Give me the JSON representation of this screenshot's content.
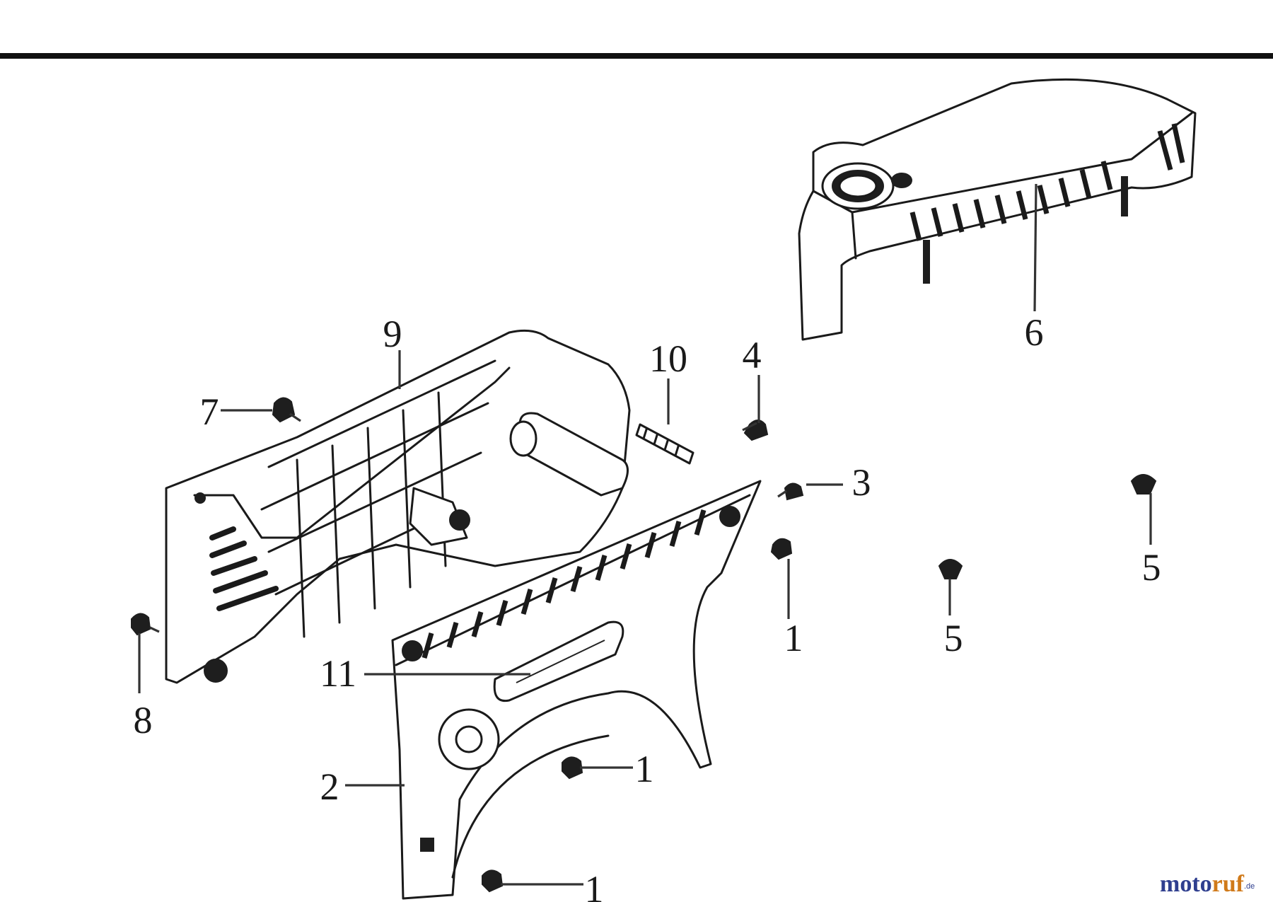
{
  "callouts": [
    {
      "id": "callout-9",
      "label": "9"
    },
    {
      "id": "callout-10",
      "label": "10"
    },
    {
      "id": "callout-4",
      "label": "4"
    },
    {
      "id": "callout-6",
      "label": "6"
    },
    {
      "id": "callout-7",
      "label": "7"
    },
    {
      "id": "callout-3",
      "label": "3"
    },
    {
      "id": "callout-5-right",
      "label": "5"
    },
    {
      "id": "callout-1-upper",
      "label": "1"
    },
    {
      "id": "callout-5-middle",
      "label": "5"
    },
    {
      "id": "callout-11",
      "label": "11"
    },
    {
      "id": "callout-8",
      "label": "8"
    },
    {
      "id": "callout-1-middle",
      "label": "1"
    },
    {
      "id": "callout-2",
      "label": "2"
    },
    {
      "id": "callout-1-bottom",
      "label": "1"
    }
  ],
  "watermark": {
    "part_a": "moto",
    "part_b": "ruf",
    "suffix": ".de"
  }
}
